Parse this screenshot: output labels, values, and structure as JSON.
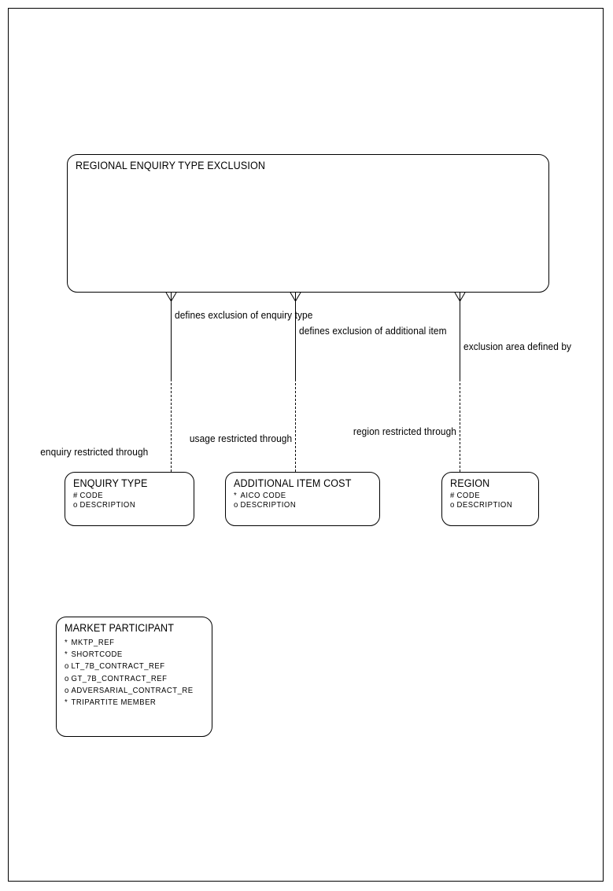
{
  "diagram": {
    "type": "entity-relationship-diagram",
    "notation": "crows-foot",
    "background_color": "#ffffff",
    "line_color": "#000000"
  },
  "entities": {
    "regional_enquiry_type_exclusion": {
      "title": "REGIONAL ENQUIRY TYPE EXCLUSION",
      "attributes": []
    },
    "enquiry_type": {
      "title": "ENQUIRY TYPE",
      "attributes": [
        {
          "marker": "#",
          "name": "CODE"
        },
        {
          "marker": "o",
          "name": "DESCRIPTION"
        }
      ]
    },
    "additional_item_cost": {
      "title": "ADDITIONAL ITEM COST",
      "attributes": [
        {
          "marker": "*",
          "name": "AICO CODE"
        },
        {
          "marker": "o",
          "name": "DESCRIPTION"
        }
      ]
    },
    "region": {
      "title": "REGION",
      "attributes": [
        {
          "marker": "#",
          "name": "CODE"
        },
        {
          "marker": "o",
          "name": "DESCRIPTION"
        }
      ]
    },
    "market_participant": {
      "title": "MARKET PARTICIPANT",
      "attributes": [
        {
          "marker": "*",
          "name": "MKTP_REF"
        },
        {
          "marker": "*",
          "name": "SHORTCODE"
        },
        {
          "marker": "o",
          "name": "LT_7B_CONTRACT_REF"
        },
        {
          "marker": "o",
          "name": "GT_7B_CONTRACT_REF"
        },
        {
          "marker": "o",
          "name": "ADVERSARIAL_CONTRACT_RE"
        },
        {
          "marker": "*",
          "name": "TRIPARTITE MEMBER"
        }
      ]
    }
  },
  "relationships": [
    {
      "id": "enquiry-type-exclusion",
      "parent_label": "defines exclusion of enquiry type",
      "child_label": "enquiry restricted through"
    },
    {
      "id": "additional-item-exclusion",
      "parent_label": "defines exclusion of additional item",
      "child_label": "usage restricted through"
    },
    {
      "id": "region-exclusion",
      "parent_label": "exclusion area defined by",
      "child_label": "region restricted through"
    }
  ]
}
